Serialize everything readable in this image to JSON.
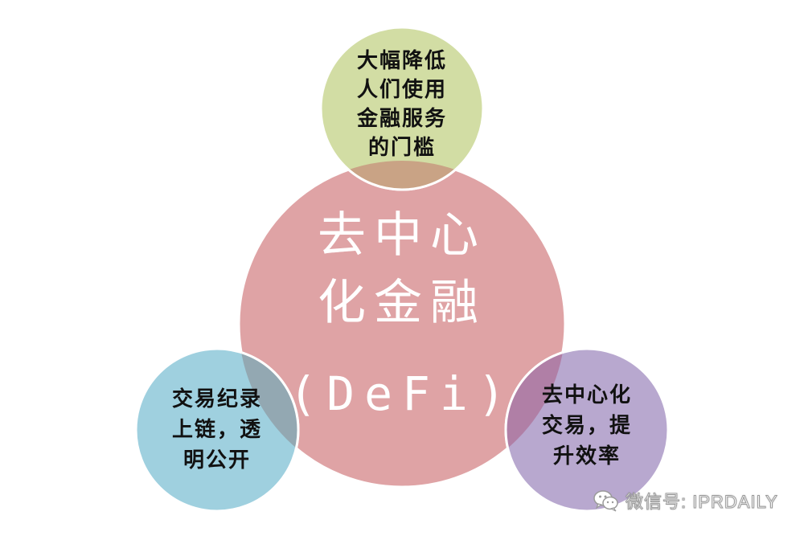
{
  "diagram": {
    "center": {
      "title": "去中心\n化金融",
      "subtitle": "(DeFi)",
      "color": "#DFA3A5"
    },
    "top": {
      "text": "大幅降低\n人们使用\n金融服务\n的门槛",
      "color": "#D2DDA4"
    },
    "left": {
      "text": "交易纪录\n上链，透\n明公开",
      "color": "#9FD0DF"
    },
    "right": {
      "text": "去中心化\n交易，提\n升效率",
      "color": "#B8A8CF"
    },
    "overlap_top_center": "#C9A385",
    "overlap_left_center": "#93A8B2",
    "overlap_right_center": "#B07FA6"
  },
  "watermark": {
    "icon": "wechat-icon",
    "text": "微信号: IPRDAILY"
  }
}
